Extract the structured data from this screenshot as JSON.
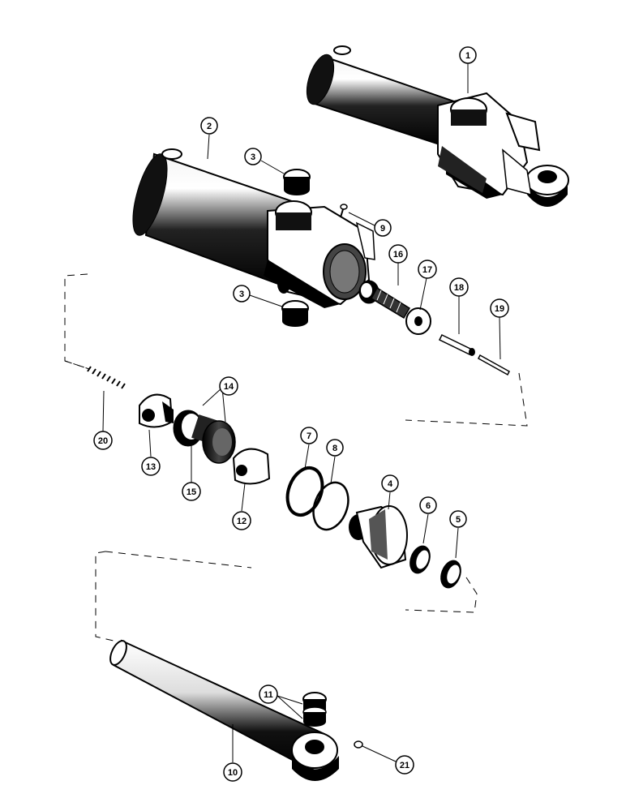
{
  "callouts": [
    {
      "id": "c1",
      "label": "1"
    },
    {
      "id": "c2",
      "label": "2"
    },
    {
      "id": "c3a",
      "label": "3"
    },
    {
      "id": "c3b",
      "label": "3"
    },
    {
      "id": "c4",
      "label": "4"
    },
    {
      "id": "c5",
      "label": "5"
    },
    {
      "id": "c6",
      "label": "6"
    },
    {
      "id": "c7",
      "label": "7"
    },
    {
      "id": "c8",
      "label": "8"
    },
    {
      "id": "c9",
      "label": "9"
    },
    {
      "id": "c10",
      "label": "10"
    },
    {
      "id": "c11",
      "label": "11"
    },
    {
      "id": "c12",
      "label": "12"
    },
    {
      "id": "c13",
      "label": "13"
    },
    {
      "id": "c14",
      "label": "14"
    },
    {
      "id": "c15",
      "label": "15"
    },
    {
      "id": "c16",
      "label": "16"
    },
    {
      "id": "c17",
      "label": "17"
    },
    {
      "id": "c18",
      "label": "18"
    },
    {
      "id": "c19",
      "label": "19"
    },
    {
      "id": "c20",
      "label": "20"
    },
    {
      "id": "c21",
      "label": "21"
    }
  ]
}
